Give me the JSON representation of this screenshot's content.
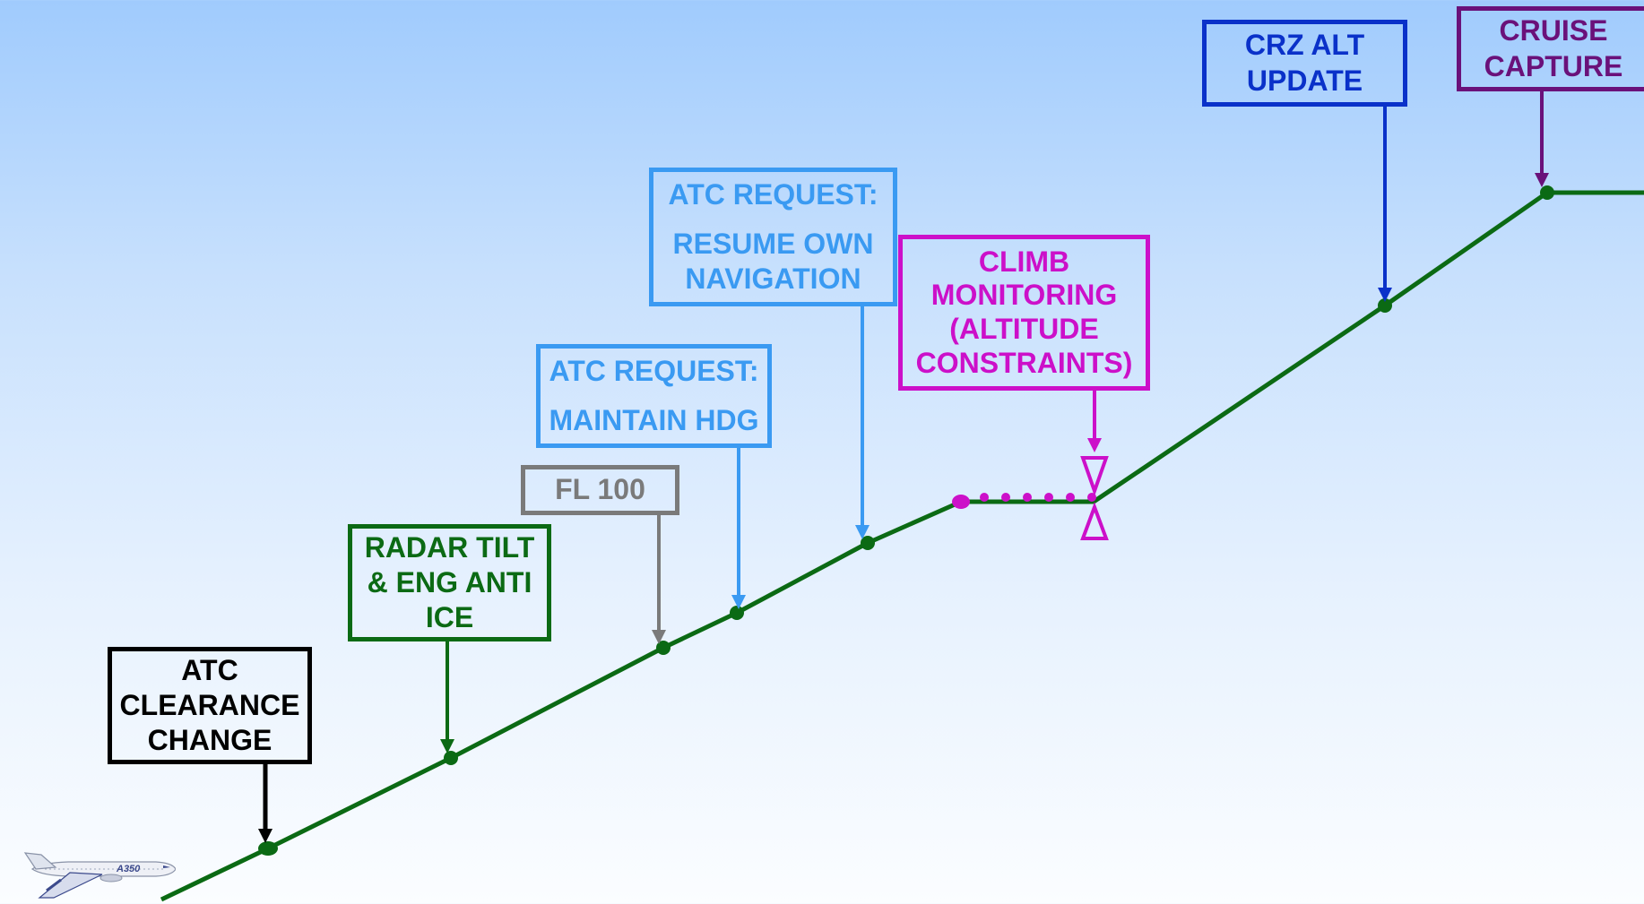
{
  "boxes": {
    "atc_clearance": {
      "lines": [
        "ATC",
        "CLEARANCE",
        "CHANGE"
      ]
    },
    "radar_tilt": {
      "lines": [
        "RADAR TILT",
        "& ENG ANTI",
        "ICE"
      ]
    },
    "fl100": {
      "lines": [
        "FL 100"
      ]
    },
    "atc_hdg": {
      "header": "ATC REQUEST:",
      "lines": [
        "MAINTAIN HDG"
      ]
    },
    "atc_nav": {
      "header": "ATC REQUEST:",
      "lines": [
        "RESUME OWN",
        "NAVIGATION"
      ]
    },
    "climb_monitoring": {
      "lines": [
        "CLIMB",
        "MONITORING",
        "(ALTITUDE",
        "CONSTRAINTS)"
      ]
    },
    "crz_alt": {
      "lines": [
        "CRZ ALT",
        "UPDATE"
      ]
    },
    "cruise_capture": {
      "lines": [
        "CRUISE",
        "CAPTURE"
      ]
    }
  },
  "logo": {
    "text": "A350"
  },
  "colors": {
    "profile": "#0b6a14",
    "atc_clearance": "#000000",
    "radar_tilt": "#0b6a14",
    "fl100": "#7a7a7a",
    "atc_request": "#3a9af2",
    "climb_monitoring": "#cc10c9",
    "crz_alt": "#0a31c9",
    "cruise_capture": "#6a117a"
  }
}
